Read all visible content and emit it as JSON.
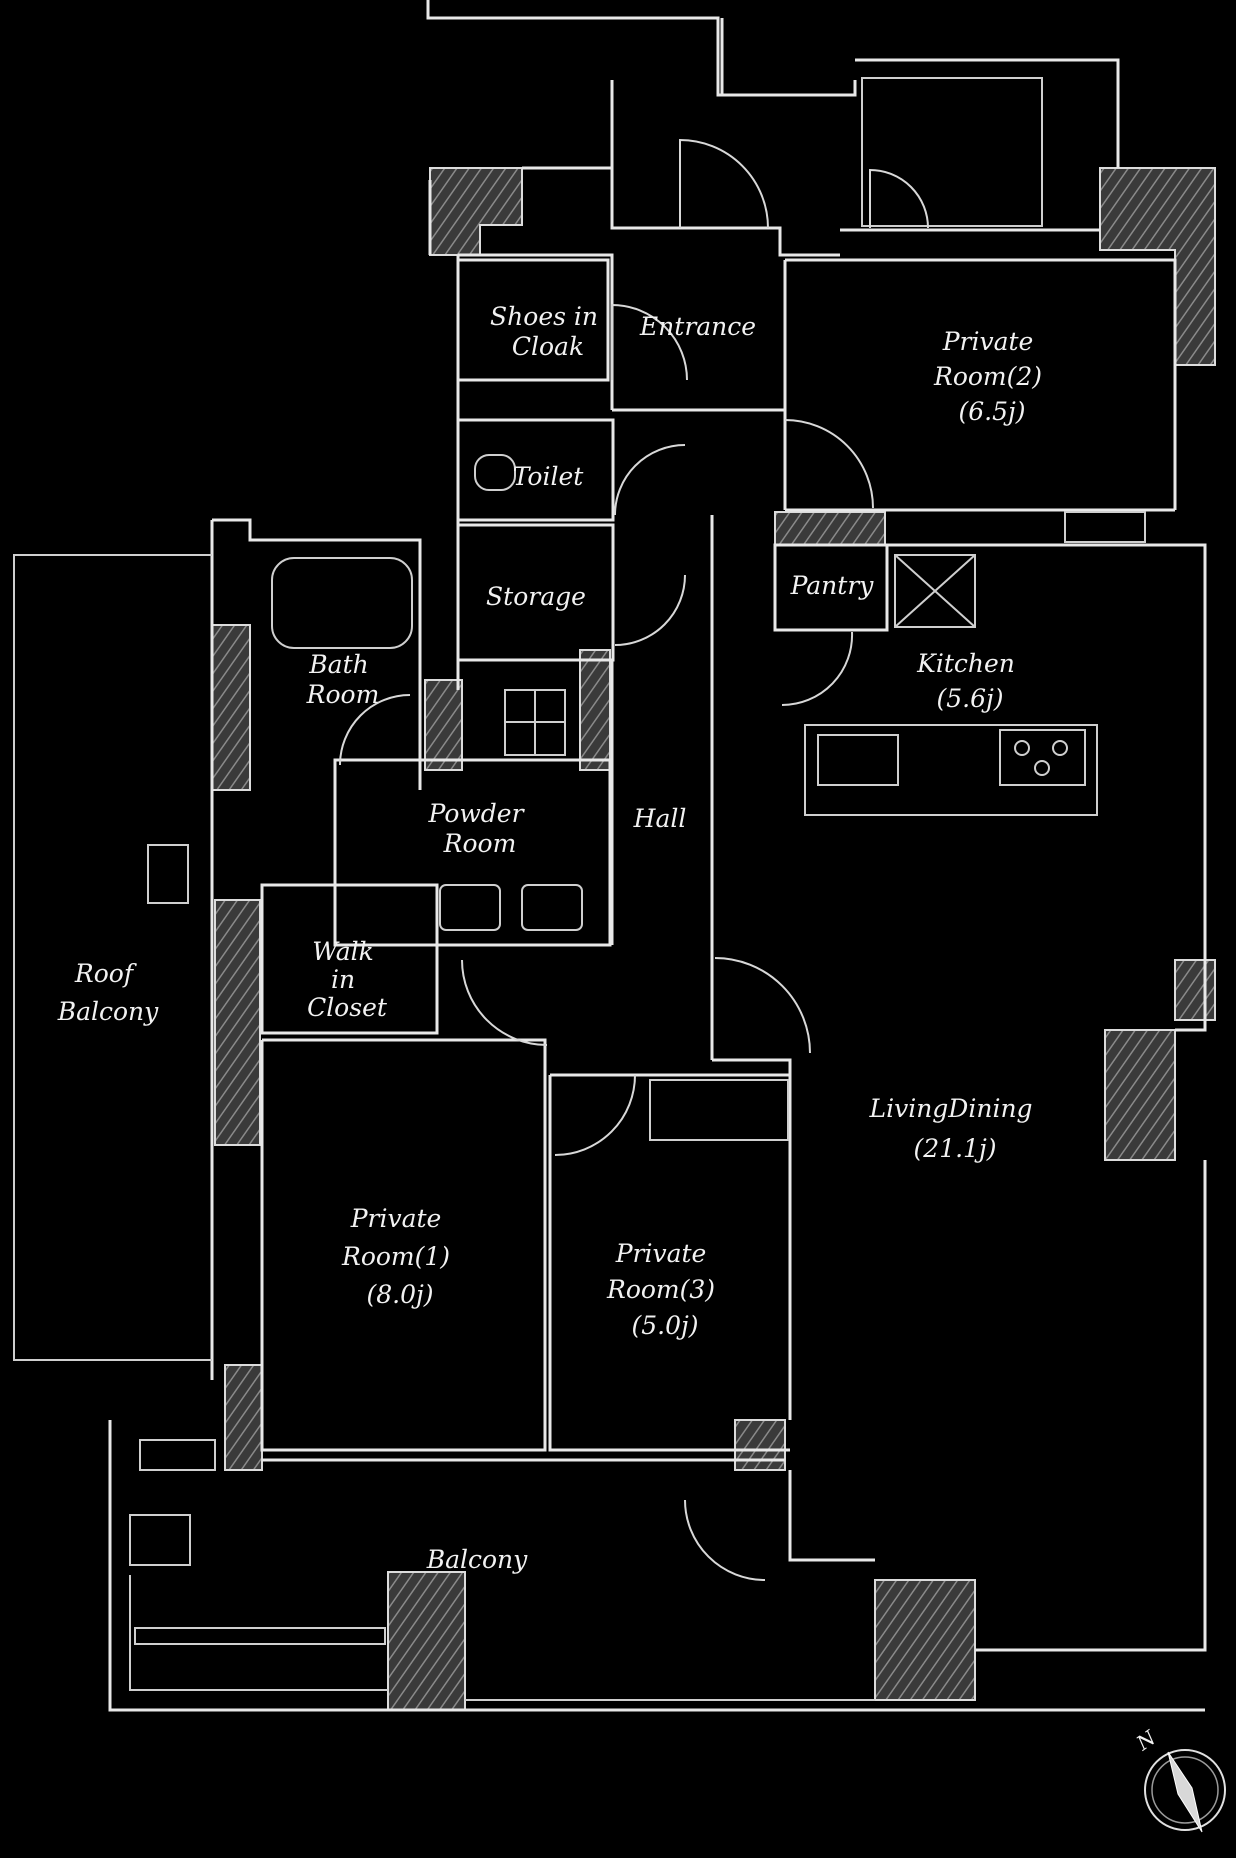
{
  "rooms": {
    "shoes_in_cloak": [
      "Shoes in",
      "Cloak"
    ],
    "entrance": [
      "Entrance"
    ],
    "private_room_2": [
      "Private",
      "Room(2)",
      "(6.5j)"
    ],
    "toilet": [
      "Toilet"
    ],
    "storage": [
      "Storage"
    ],
    "pantry": [
      "Pantry"
    ],
    "kitchen": [
      "Kitchen",
      "(5.6j)"
    ],
    "bath_room": [
      "Bath",
      "Room"
    ],
    "powder_room": [
      "Powder",
      "Room"
    ],
    "hall": [
      "Hall"
    ],
    "walk_in_closet": [
      "Walk",
      "in",
      "Closet"
    ],
    "roof_balcony": [
      "Roof",
      "Balcony"
    ],
    "living_dining": [
      "LivingDining",
      "(21.1j)"
    ],
    "private_room_1": [
      "Private",
      "Room(1)",
      "(8.0j)"
    ],
    "private_room_3": [
      "Private",
      "Room(3)",
      "(5.0j)"
    ],
    "balcony": [
      "Balcony"
    ]
  },
  "compass": {
    "north_label": "N"
  },
  "colors": {
    "background": "#000000",
    "lines": "#e8e8e8"
  }
}
